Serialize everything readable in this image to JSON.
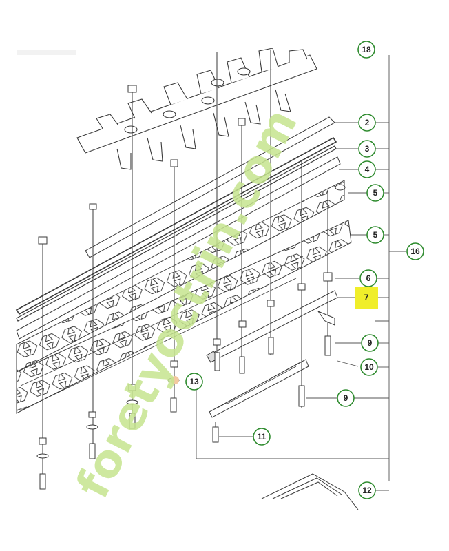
{
  "diagram": {
    "callouts": [
      {
        "id": "c2",
        "label": "2"
      },
      {
        "id": "c3",
        "label": "3"
      },
      {
        "id": "c4",
        "label": "4"
      },
      {
        "id": "c5a",
        "label": "5"
      },
      {
        "id": "c5b",
        "label": "5"
      },
      {
        "id": "c16",
        "label": "16"
      },
      {
        "id": "c6",
        "label": "6"
      },
      {
        "id": "c7",
        "label": "7"
      },
      {
        "id": "c9a",
        "label": "9"
      },
      {
        "id": "c10",
        "label": "10"
      },
      {
        "id": "c9b",
        "label": "9"
      },
      {
        "id": "c11",
        "label": "11"
      },
      {
        "id": "c13",
        "label": "13"
      },
      {
        "id": "c12",
        "label": "12"
      },
      {
        "id": "c18",
        "label": "18"
      }
    ],
    "colors": {
      "callout_ring": "#2e8b2e",
      "highlight": "#f0ee2a",
      "line": "#3a3a3a",
      "watermark_green": "#c6e58f",
      "watermark_orange": "#f3c9a0",
      "watermark_brown": "#b8a898"
    }
  },
  "watermark": {
    "brand": "foretyoctrin.com"
  }
}
